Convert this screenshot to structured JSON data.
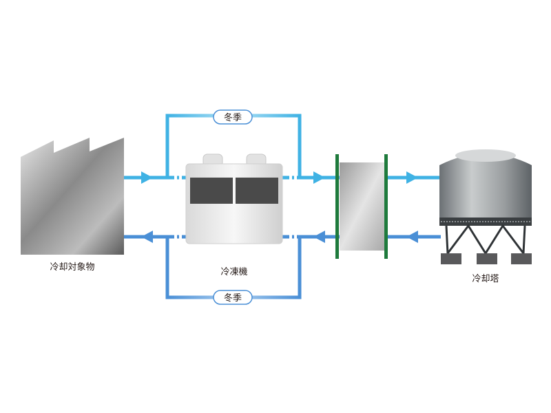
{
  "labels": {
    "cooling_target": "冷却対象物",
    "chiller": "冷凍機",
    "cooling_tower": "冷却塔"
  },
  "bypass": {
    "top_label": "冬季",
    "bottom_label": "冬季"
  },
  "colors": {
    "pipe_supply": "#3fb2e4",
    "pipe_return": "#4a8fd6",
    "pipe_gradient_light": "#aee0f5",
    "heat_exchanger_plate": "#1e7a3c",
    "chiller_panel": "#4a4a4a",
    "tower_dark": "#55595c"
  }
}
